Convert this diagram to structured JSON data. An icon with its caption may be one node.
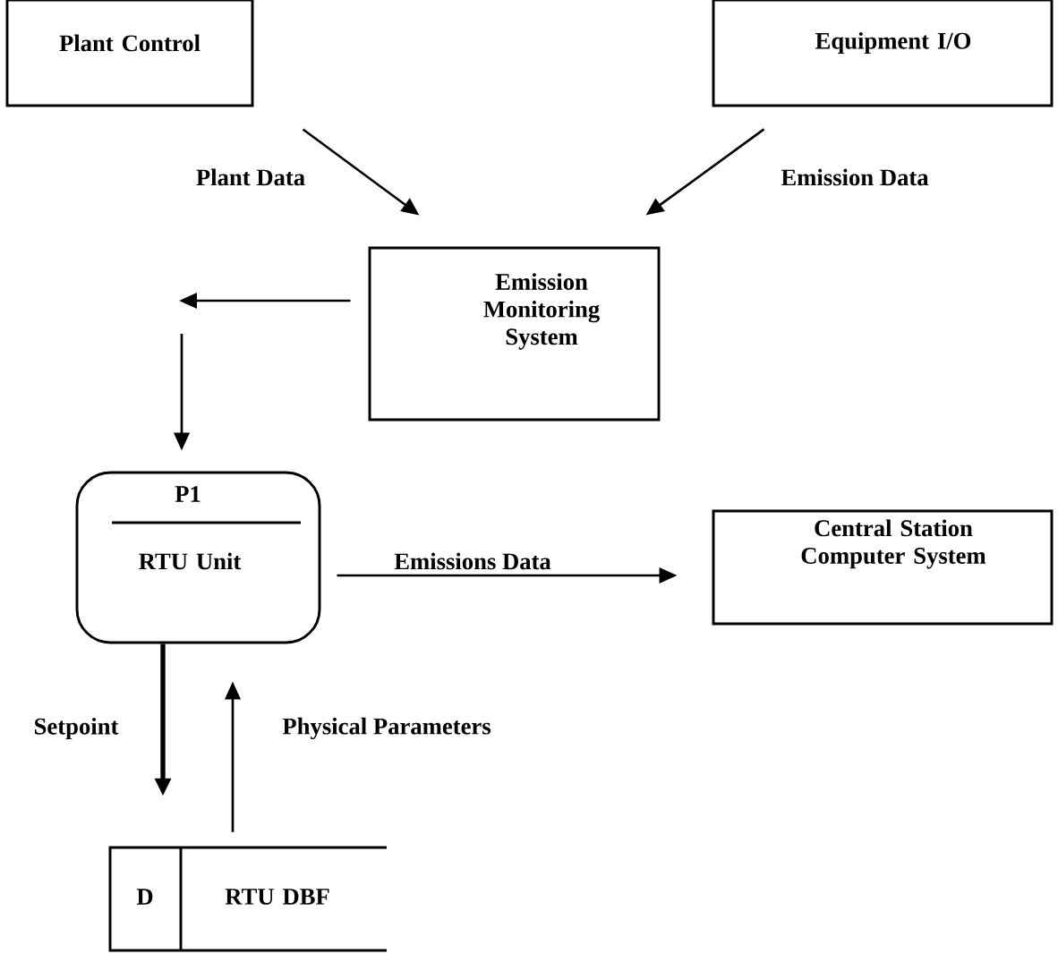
{
  "diagram": {
    "nodes": [
      {
        "text": [
          "Plant Control"
        ]
      },
      {
        "text": [
          "Equipment I/O"
        ]
      },
      {
        "text": [
          "Emission Monitoring System"
        ]
      },
      {
        "text": [
          "P1",
          "RTU Unit"
        ]
      },
      {
        "text": [
          "Central Station Computer System"
        ]
      },
      {
        "text": [
          "D",
          "RTU DBF"
        ]
      }
    ],
    "edges": [
      {
        "from": 0,
        "to": 2,
        "arrow": "to",
        "label": "Plant Data"
      },
      {
        "from": 1,
        "to": 2,
        "arrow": "to",
        "label": "Emission Data"
      },
      {
        "from": 2,
        "to": null,
        "arrow": "to"
      },
      {
        "from": null,
        "to": 3,
        "arrow": "to"
      },
      {
        "from": 3,
        "to": 4,
        "arrow": "to",
        "label": "Emissions Data"
      },
      {
        "from": 3,
        "to": 5,
        "arrow": "to",
        "label": "Setpoint",
        "style": "thick"
      },
      {
        "from": 5,
        "to": 3,
        "arrow": "to",
        "label": "Physical Parameters"
      }
    ]
  }
}
